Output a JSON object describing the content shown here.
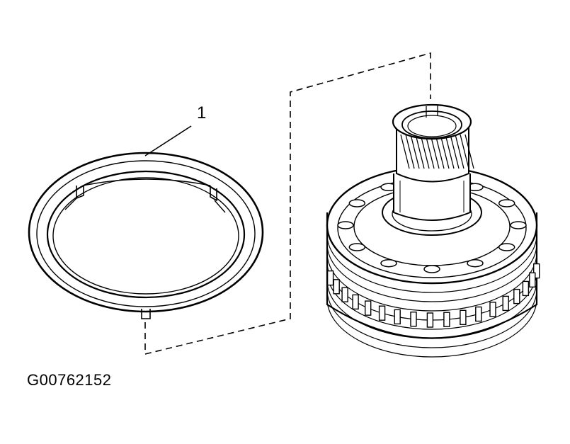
{
  "callout": {
    "number": "1"
  },
  "figure": {
    "id": "G00762152"
  },
  "parts": [
    {
      "name": "thrust-washer-ring",
      "callout": "1"
    },
    {
      "name": "clutch-hub-assembly",
      "callout": ""
    }
  ],
  "colors": {
    "line": "#000000",
    "background": "#ffffff"
  }
}
